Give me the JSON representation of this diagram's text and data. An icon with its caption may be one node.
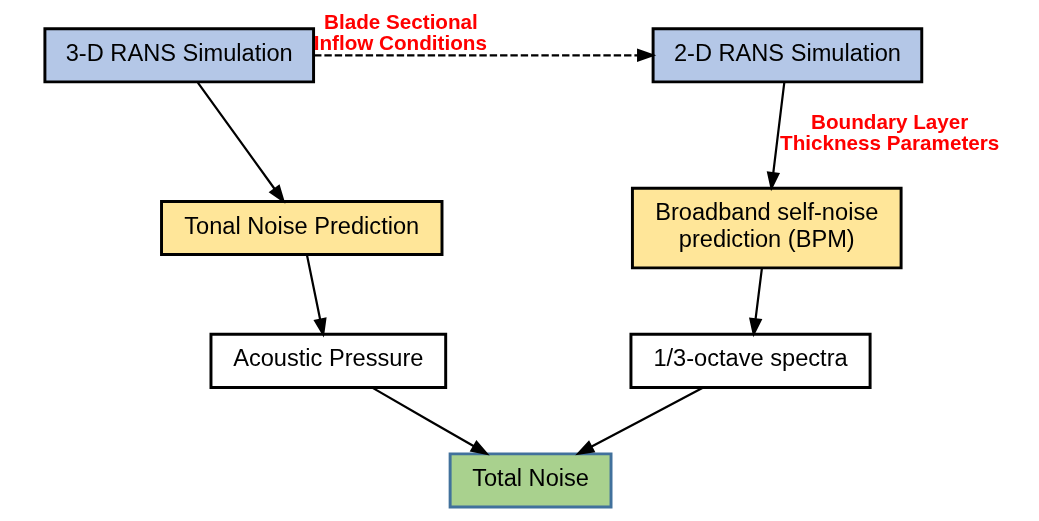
{
  "diagram": {
    "nodes": [
      {
        "text": [
          "3-D RANS Simulation"
        ]
      },
      {
        "text": [
          "2-D RANS Simulation"
        ]
      },
      {
        "text": [
          "Tonal Noise Prediction"
        ]
      },
      {
        "text": [
          "Broadband self-noise prediction (BPM)"
        ]
      },
      {
        "text": [
          "Acoustic Pressure"
        ]
      },
      {
        "text": [
          "1/3-octave spectra"
        ]
      },
      {
        "text": [
          "Total Noise"
        ]
      }
    ],
    "edges": [
      {
        "from": 0,
        "to": 1,
        "arrow": "to",
        "style": "dashed",
        "label": "Blade Sectional Inflow Conditions"
      },
      {
        "from": 0,
        "to": 2,
        "arrow": "to"
      },
      {
        "from": 1,
        "to": 3,
        "arrow": "to",
        "label": "Boundary Layer Thickness Parameters"
      },
      {
        "from": 2,
        "to": 4,
        "arrow": "to"
      },
      {
        "from": 3,
        "to": 5,
        "arrow": "to"
      },
      {
        "from": 4,
        "to": 6,
        "arrow": "to"
      },
      {
        "from": 5,
        "to": 6,
        "arrow": "to"
      }
    ]
  }
}
